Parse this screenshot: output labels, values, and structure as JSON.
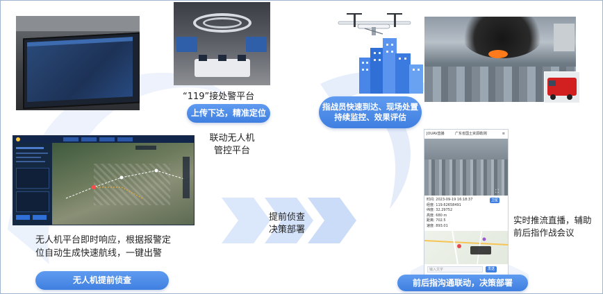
{
  "call_center": {
    "title": "“119”接处警平台",
    "pill": "上传下达，精准定位"
  },
  "commander": {
    "pill_line1": "指战员快速到达、现场处置",
    "pill_line2": "持续监控、效果评估"
  },
  "platform_label": {
    "line1": "联动无人机",
    "line2": "管控平台"
  },
  "recon_label": {
    "line1": "提前侦查",
    "line2": "决策部署"
  },
  "drone_desc": {
    "line1": "无人机平台即时响应，根据报警定",
    "line2": "位自动生成快速航线，一键出警"
  },
  "drone_pill": "无人机提前侦查",
  "live_desc": {
    "line1": "实时推流直播，辅助",
    "line2": "前后指作战会议"
  },
  "front_back_pill": "前后指沟通联动，决策部署",
  "phone": {
    "app_name": "JOUAV直播",
    "header": "广东省国土资源勘测院",
    "info": [
      "时间: 2023-09-19 16:18:37",
      "经度: 119.62658491",
      "纬度: 32.29752",
      "高度: 680 m",
      "距离: 702.5",
      "速度: 893.01"
    ],
    "map_btn": "卫星",
    "input_placeholder": "输入文字",
    "send_btn": "发送"
  },
  "colors": {
    "accent": "#4a86e8",
    "chevron": "#dbe7fb",
    "swirl": "#e6eefb"
  }
}
